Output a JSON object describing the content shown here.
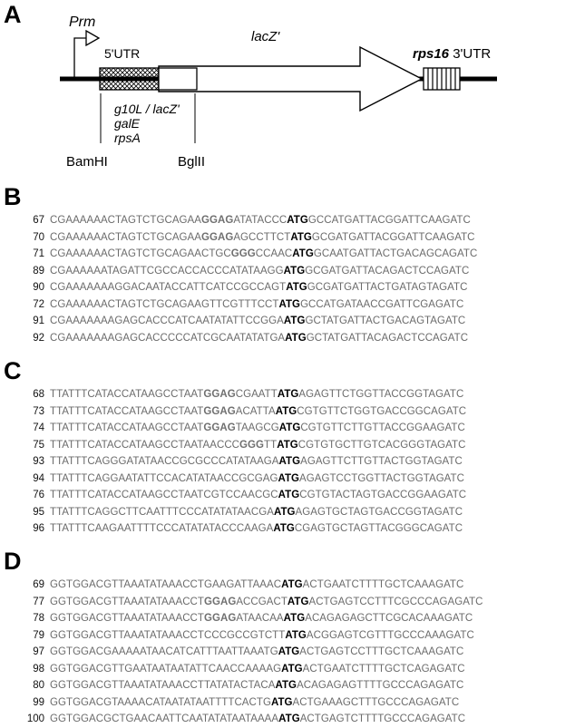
{
  "panelA": {
    "letter": "A",
    "promoter": "Prm",
    "utr5": "5'UTR",
    "gene": "lacZ'",
    "utr3_gene": "rps16",
    "utr3_suffix": " 3'UTR",
    "variants": [
      "g10L / lacZ'",
      "galE",
      "rpsA"
    ],
    "site_left": "BamHI",
    "site_right": "BglII"
  },
  "panelB": {
    "letter": "B",
    "rows": [
      {
        "id": "67",
        "segments": [
          {
            "t": "CGAAAAAACTAGTCTGCAGAA"
          },
          {
            "t": "GGAG",
            "k": "sd"
          },
          {
            "t": "ATATACCC"
          },
          {
            "t": "ATG",
            "k": "atg"
          },
          {
            "t": "GCCATGATTACGGATTCAAGATC"
          }
        ]
      },
      {
        "id": "70",
        "segments": [
          {
            "t": "CGAAAAAACTAGTCTGCAGAA"
          },
          {
            "t": "GGAG",
            "k": "sd"
          },
          {
            "t": "AGCCTTCT"
          },
          {
            "t": "ATG",
            "k": "atg"
          },
          {
            "t": "GCGATGATTACGGATTCAAGATC"
          }
        ]
      },
      {
        "id": "71",
        "segments": [
          {
            "t": "CGAAAAAACTAGTCTGCAGAACTGC"
          },
          {
            "t": "GGG",
            "k": "sd"
          },
          {
            "t": "CCAAC"
          },
          {
            "t": "ATG",
            "k": "atg"
          },
          {
            "t": "GCAATGATTACTGACAGCAGATC"
          }
        ]
      },
      {
        "id": "89",
        "segments": [
          {
            "t": "CGAAAAAATAGATTCGCCACCACCCATATAAGG"
          },
          {
            "t": "ATG",
            "k": "atg"
          },
          {
            "t": "GCGATGATTACAGACTCCAGATC"
          }
        ]
      },
      {
        "id": "90",
        "segments": [
          {
            "t": "CGAAAAAAAGGACAATACCATTCATCCGCCAGT"
          },
          {
            "t": "ATG",
            "k": "atg"
          },
          {
            "t": "GCGATGATTACTGATAGTAGATC"
          }
        ]
      },
      {
        "id": "72",
        "segments": [
          {
            "t": "CGAAAAAACTAGTCTGCAGAAGTTCGTTTCCT"
          },
          {
            "t": "ATG",
            "k": "atg"
          },
          {
            "t": "GCCATGATAACCGATTCGAGATC"
          }
        ]
      },
      {
        "id": "91",
        "segments": [
          {
            "t": "CGAAAAAAAGAGCACCCATCAATATATTCCGGA"
          },
          {
            "t": "ATG",
            "k": "atg"
          },
          {
            "t": "GCTATGATTACTGACAGTAGATC"
          }
        ]
      },
      {
        "id": "92",
        "segments": [
          {
            "t": "CGAAAAAAAGAGCACCCCCATCGCAATATATGA"
          },
          {
            "t": "ATG",
            "k": "atg"
          },
          {
            "t": "GCTATGATTACAGACTCCAGATC"
          }
        ]
      }
    ]
  },
  "panelC": {
    "letter": "C",
    "rows": [
      {
        "id": "68",
        "segments": [
          {
            "t": "TTATTTCATACCATAAGCCTAAT"
          },
          {
            "t": "GGAG",
            "k": "sd"
          },
          {
            "t": "CGAATT"
          },
          {
            "t": "ATG",
            "k": "atg"
          },
          {
            "t": "AGAGTTCTGGTTACCGGTAGATC"
          }
        ]
      },
      {
        "id": "73",
        "segments": [
          {
            "t": "TTATTTCATACCATAAGCCTAAT"
          },
          {
            "t": "GGAG",
            "k": "sd"
          },
          {
            "t": "ACATTA"
          },
          {
            "t": "ATG",
            "k": "atg"
          },
          {
            "t": "CGTGTTCTGGTGACCGGCAGATC"
          }
        ]
      },
      {
        "id": "74",
        "segments": [
          {
            "t": "TTATTTCATACCATAAGCCTAAT"
          },
          {
            "t": "GGAG",
            "k": "sd"
          },
          {
            "t": "TAAGCG"
          },
          {
            "t": "ATG",
            "k": "atg"
          },
          {
            "t": "CGTGTTCTTGTTACCGGAAGATC"
          }
        ]
      },
      {
        "id": "75",
        "segments": [
          {
            "t": "TTATTTCATACCATAAGCCTAATAACCC"
          },
          {
            "t": "GGG",
            "k": "sd"
          },
          {
            "t": "TT"
          },
          {
            "t": "ATG",
            "k": "atg"
          },
          {
            "t": "CGTGTGCTTGTCACGGGTAGATC"
          }
        ]
      },
      {
        "id": "93",
        "segments": [
          {
            "t": "TTATTTCAGGGATATAACCGCGCCCATATAAGA"
          },
          {
            "t": "ATG",
            "k": "atg"
          },
          {
            "t": "AGAGTTCTTGTTACTGGTAGATC"
          }
        ]
      },
      {
        "id": "94",
        "segments": [
          {
            "t": "TTATTTCAGGAATATTCCACATATAACCGCGAG"
          },
          {
            "t": "ATG",
            "k": "atg"
          },
          {
            "t": "AGAGTCCTGGTTACTGGTAGATC"
          }
        ]
      },
      {
        "id": "76",
        "segments": [
          {
            "t": "TTATTTCATACCATAAGCCTAATCGTCCAACGC"
          },
          {
            "t": "ATG",
            "k": "atg"
          },
          {
            "t": "CGTGTACTAGTGACCGGAAGATC"
          }
        ]
      },
      {
        "id": "95",
        "segments": [
          {
            "t": "TTATTTCAGGCTTCAATTTCCCATATATAACGA"
          },
          {
            "t": "ATG",
            "k": "atg"
          },
          {
            "t": "AGAGTGCTAGTGACCGGTAGATC"
          }
        ]
      },
      {
        "id": "96",
        "segments": [
          {
            "t": "TTATTTCAAGAATTTTCCCATATATACCCAAGA"
          },
          {
            "t": "ATG",
            "k": "atg"
          },
          {
            "t": "CGAGTGCTAGTTACGGGCAGATC"
          }
        ]
      }
    ]
  },
  "panelD": {
    "letter": "D",
    "rows": [
      {
        "id": "69",
        "segments": [
          {
            "t": "GGTGGACGTTAAATATAAACCTGAAGATTAAAC"
          },
          {
            "t": "ATG",
            "k": "atg"
          },
          {
            "t": "ACTGAATCTTTTGCTCAAAGATC"
          }
        ]
      },
      {
        "id": "77",
        "segments": [
          {
            "t": "GGTGGACGTTAAATATAAACCT"
          },
          {
            "t": "GGAG",
            "k": "sd"
          },
          {
            "t": "ACCGACT"
          },
          {
            "t": "ATG",
            "k": "atg"
          },
          {
            "t": "ACTGAGTCCTTTCGCCCAGAGATC"
          }
        ]
      },
      {
        "id": "78",
        "segments": [
          {
            "t": "GGTGGACGTTAAATATAAACCT"
          },
          {
            "t": "GGAG",
            "k": "sd"
          },
          {
            "t": "ATAACAA"
          },
          {
            "t": "ATG",
            "k": "atg"
          },
          {
            "t": "ACAGAGAGCTTCGCACAAAGATC"
          }
        ]
      },
      {
        "id": "79",
        "segments": [
          {
            "t": "GGTGGACGTTAAATATAAACCTCCCGCCGTCTT"
          },
          {
            "t": "ATG",
            "k": "atg"
          },
          {
            "t": "ACGGAGTCGTTTGCCCAAAGATC"
          }
        ]
      },
      {
        "id": "97",
        "segments": [
          {
            "t": "GGTGGACGAAAAATAACATCATTTAATTAAATG"
          },
          {
            "t": "ATG",
            "k": "atg"
          },
          {
            "t": "ACTGAGTCCTTTGCTCAAAGATC"
          }
        ]
      },
      {
        "id": "98",
        "segments": [
          {
            "t": "GGTGGACGTTGAATAATAATATTCAACCAAAAG"
          },
          {
            "t": "ATG",
            "k": "atg"
          },
          {
            "t": "ACTGAATCTTTTGCTCAGAGATC"
          }
        ]
      },
      {
        "id": "80",
        "segments": [
          {
            "t": "GGTGGACGTTAAATATAAACCTTATATACTACA"
          },
          {
            "t": "ATG",
            "k": "atg"
          },
          {
            "t": "ACAGAGAGTTTTGCCCAGAGATC"
          }
        ]
      },
      {
        "id": "99",
        "segments": [
          {
            "t": "GGTGGACGTAAAACATAATATAATTTTCACTG"
          },
          {
            "t": "ATG",
            "k": "atg"
          },
          {
            "t": "ACTGAAAGCTTTGCCCAGAGATC"
          }
        ]
      },
      {
        "id": "100",
        "segments": [
          {
            "t": "GGTGGACGCTGAACAATTCAATATATAATAAAA"
          },
          {
            "t": "ATG",
            "k": "atg"
          },
          {
            "t": "ACTGAGTCTTTTGCCCAGAGATC"
          }
        ]
      }
    ]
  }
}
